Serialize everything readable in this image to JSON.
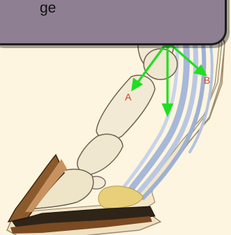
{
  "banner": {
    "text": "ge"
  },
  "labels": {
    "a": "A",
    "b": "B"
  },
  "colors": {
    "background": "#fdf5df",
    "banner": "#8e7f93",
    "arrows": "#22dd22",
    "label_text": "#d43a2a",
    "bone": "#f0ead7",
    "tendon": "#a7b8d8",
    "hoof": "#7a4a22"
  }
}
